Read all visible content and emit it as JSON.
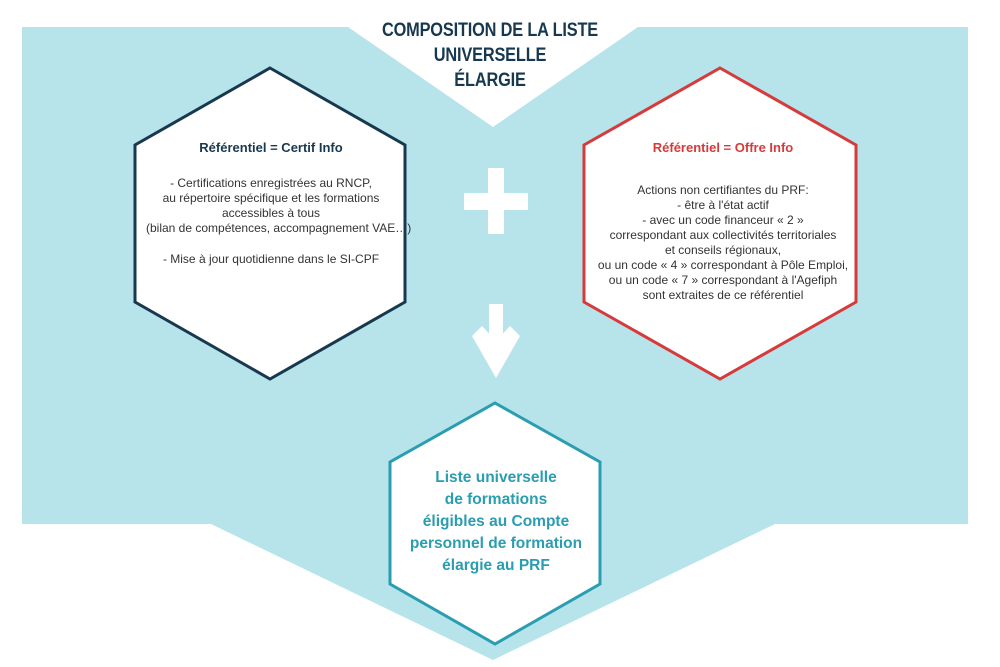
{
  "title": {
    "lines": [
      "COMPOSITION DE LA LISTE",
      "UNIVERSELLE",
      "ÉLARGIE"
    ]
  },
  "left_box": {
    "heading": "Référentiel = Certif Info",
    "lines": [
      "- Certifications enregistrées au RNCP,",
      "au répertoire spécifique et les formations",
      "accessibles à tous",
      "(bilan de compétences, accompagnement VAE…)"
    ],
    "extra_line": "- Mise à jour quotidienne dans le SI-CPF"
  },
  "right_box": {
    "heading": "Référentiel = Offre Info",
    "lines": [
      "Actions non certifiantes du PRF:",
      "- être à l'état actif",
      "- avec un code financeur « 2 »",
      "correspondant aux collectivités territoriales",
      "et conseils régionaux,",
      "ou un code « 4 »  correspondant à Pôle Emploi,",
      "ou un code « 7 » correspondant à l'Agefiph",
      "sont extraites de ce référentiel"
    ]
  },
  "result_box": {
    "lines": [
      "Liste universelle",
      "de formations",
      "éligibles au Compte",
      "personnel de formation",
      "élargie au PRF"
    ]
  },
  "colors": {
    "background_band": "#b7e3ea",
    "left_border": "#17384f",
    "right_border": "#d63a3a",
    "result_border": "#2a9db0",
    "result_text": "#2a9db0",
    "symbol": "#ffffff"
  },
  "symbols": {
    "plus": "plus-icon",
    "arrow": "arrow-down-icon"
  }
}
